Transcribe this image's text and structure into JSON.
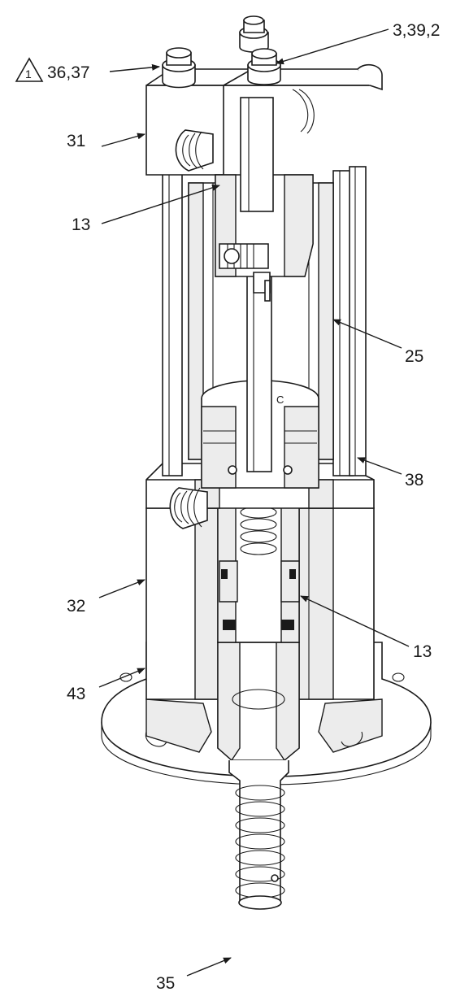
{
  "callouts": {
    "warning_number": "1",
    "c_36_37": "36,37",
    "c_3_39_2": "3,39,2",
    "c_31": "31",
    "c_13_upper": "13",
    "c_25": "25",
    "c_38": "38",
    "c_32": "32",
    "c_13_lower": "13",
    "c_43": "43",
    "c_35": "35"
  }
}
